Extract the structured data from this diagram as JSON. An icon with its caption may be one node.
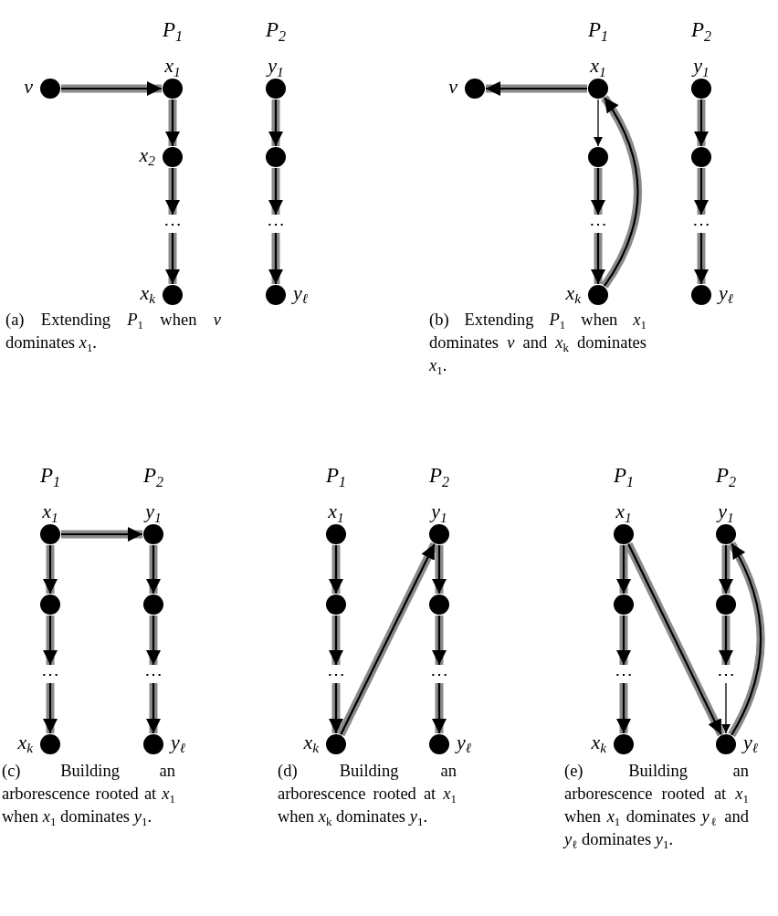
{
  "diagram": {
    "nodes": [
      {
        "text": [],
        "shape": "circle",
        "beside": [
          "v"
        ]
      },
      {
        "text": [],
        "shape": "circle",
        "beside": [
          "x$_{1}$"
        ]
      },
      {
        "text": [],
        "shape": "circle",
        "beside": [
          "x$_{2}$"
        ]
      },
      {
        "text": [
          "⋯"
        ]
      },
      {
        "text": [],
        "shape": "circle",
        "beside": [
          "x$_{k}$"
        ]
      },
      {
        "text": [],
        "shape": "circle",
        "beside": [
          "y$_{1}$"
        ]
      },
      {
        "text": [],
        "shape": "circle"
      },
      {
        "text": [
          "⋯"
        ]
      },
      {
        "text": [],
        "shape": "circle",
        "beside": [
          "y$_{ℓ}$"
        ]
      },
      {
        "text": [],
        "shape": "circle",
        "beside": [
          "v"
        ]
      },
      {
        "text": [],
        "shape": "circle",
        "beside": [
          "x$_{1}$"
        ]
      },
      {
        "text": [],
        "shape": "circle"
      },
      {
        "text": [
          "⋯"
        ]
      },
      {
        "text": [],
        "shape": "circle",
        "beside": [
          "x$_{k}$"
        ]
      },
      {
        "text": [],
        "shape": "circle",
        "beside": [
          "y$_{1}$"
        ]
      },
      {
        "text": [],
        "shape": "circle"
      },
      {
        "text": [
          "⋯"
        ]
      },
      {
        "text": [],
        "shape": "circle",
        "beside": [
          "y$_{ℓ}$"
        ]
      },
      {
        "text": [],
        "shape": "circle",
        "beside": [
          "x$_{1}$"
        ]
      },
      {
        "text": [],
        "shape": "circle"
      },
      {
        "text": [
          "⋯"
        ]
      },
      {
        "text": [],
        "shape": "circle",
        "beside": [
          "x$_{k}$"
        ]
      },
      {
        "text": [],
        "shape": "circle",
        "beside": [
          "y$_{1}$"
        ]
      },
      {
        "text": [],
        "shape": "circle"
      },
      {
        "text": [
          "⋯"
        ]
      },
      {
        "text": [],
        "shape": "circle",
        "beside": [
          "y$_{ℓ}$"
        ]
      },
      {
        "text": [],
        "shape": "circle",
        "beside": [
          "x$_{1}$"
        ]
      },
      {
        "text": [],
        "shape": "circle"
      },
      {
        "text": [
          "⋯"
        ]
      },
      {
        "text": [],
        "shape": "circle",
        "beside": [
          "x$_{k}$"
        ]
      },
      {
        "text": [],
        "shape": "circle",
        "beside": [
          "y$_{1}$"
        ]
      },
      {
        "text": [],
        "shape": "circle"
      },
      {
        "text": [
          "⋯"
        ]
      },
      {
        "text": [],
        "shape": "circle",
        "beside": [
          "y$_{ℓ}$"
        ]
      },
      {
        "text": [],
        "shape": "circle",
        "beside": [
          "x$_{1}$"
        ]
      },
      {
        "text": [],
        "shape": "circle"
      },
      {
        "text": [
          "⋯"
        ]
      },
      {
        "text": [],
        "shape": "circle",
        "beside": [
          "x$_{k}$"
        ]
      },
      {
        "text": [],
        "shape": "circle",
        "beside": [
          "y$_{1}$"
        ]
      },
      {
        "text": [],
        "shape": "circle"
      },
      {
        "text": [
          "⋯"
        ]
      },
      {
        "text": [],
        "shape": "circle",
        "beside": [
          "y$_{ℓ}$"
        ]
      }
    ],
    "edges": [
      {
        "from": 0,
        "to": 1,
        "arrow": "to"
      },
      {
        "from": 1,
        "to": 2,
        "arrow": "to"
      },
      {
        "from": 2,
        "to": 3,
        "arrow": "to"
      },
      {
        "from": 3,
        "to": 4,
        "arrow": "to"
      },
      {
        "from": 5,
        "to": 6,
        "arrow": "to"
      },
      {
        "from": 6,
        "to": 7,
        "arrow": "to"
      },
      {
        "from": 7,
        "to": 8,
        "arrow": "to"
      },
      {
        "from": 10,
        "to": 9,
        "arrow": "to"
      },
      {
        "from": 10,
        "to": 11,
        "arrow": "to",
        "color": "#000000"
      },
      {
        "from": 11,
        "to": 12,
        "arrow": "to"
      },
      {
        "from": 12,
        "to": 13,
        "arrow": "to"
      },
      {
        "from": 13,
        "to": 10,
        "arrow": "to"
      },
      {
        "from": 14,
        "to": 15,
        "arrow": "to"
      },
      {
        "from": 15,
        "to": 16,
        "arrow": "to"
      },
      {
        "from": 16,
        "to": 17,
        "arrow": "to"
      },
      {
        "from": 18,
        "to": 22,
        "arrow": "to"
      },
      {
        "from": 18,
        "to": 19,
        "arrow": "to"
      },
      {
        "from": 19,
        "to": 20,
        "arrow": "to"
      },
      {
        "from": 20,
        "to": 21,
        "arrow": "to"
      },
      {
        "from": 22,
        "to": 23,
        "arrow": "to"
      },
      {
        "from": 23,
        "to": 24,
        "arrow": "to"
      },
      {
        "from": 24,
        "to": 25,
        "arrow": "to"
      },
      {
        "from": 26,
        "to": 27,
        "arrow": "to"
      },
      {
        "from": 27,
        "to": 28,
        "arrow": "to"
      },
      {
        "from": 28,
        "to": 29,
        "arrow": "to"
      },
      {
        "from": 29,
        "to": 30,
        "arrow": "to"
      },
      {
        "from": 30,
        "to": 31,
        "arrow": "to"
      },
      {
        "from": 31,
        "to": 32,
        "arrow": "to"
      },
      {
        "from": 32,
        "to": 33,
        "arrow": "to"
      },
      {
        "from": 34,
        "to": 35,
        "arrow": "to"
      },
      {
        "from": 35,
        "to": 36,
        "arrow": "to"
      },
      {
        "from": 36,
        "to": 37,
        "arrow": "to"
      },
      {
        "from": 34,
        "to": 41,
        "arrow": "to"
      },
      {
        "from": 38,
        "to": 39,
        "arrow": "to"
      },
      {
        "from": 39,
        "to": 40,
        "arrow": "to"
      },
      {
        "from": 40,
        "to": 41,
        "arrow": "to",
        "color": "#000000"
      },
      {
        "from": 41,
        "to": 38,
        "arrow": "to"
      }
    ],
    "labels": [
      "P$_{1}$",
      "P$_{2}$",
      "P$_{1}$",
      "P$_{2}$",
      "(a) Extending *P*$_{1}$ when *v* dominates *x*$_{1}$.",
      "(b) Extending *P*$_{1}$ when *x*$_{1}$ dominates *v* and *x*$_{k}$ dominates *x*$_{1}$.",
      "P$_{1}$",
      "P$_{2}$",
      "P$_{1}$",
      "P$_{2}$",
      "P$_{1}$",
      "P$_{2}$",
      "(c) Building an arborescence rooted at *x*$_{1}$ when *x*$_{1}$ dominates *y*$_{1}$.",
      "(d) Building an arborescence rooted at *x*$_{1}$ when *x*$_{k}$ dominates *y*$_{1}$.",
      "(e) Building an arborescence rooted at *x*$_{1}$ when *x*$_{1}$ dominates *y*$_{ℓ}$ and *y*$_{ℓ}$ dominates *y*$_{1}$."
    ]
  }
}
